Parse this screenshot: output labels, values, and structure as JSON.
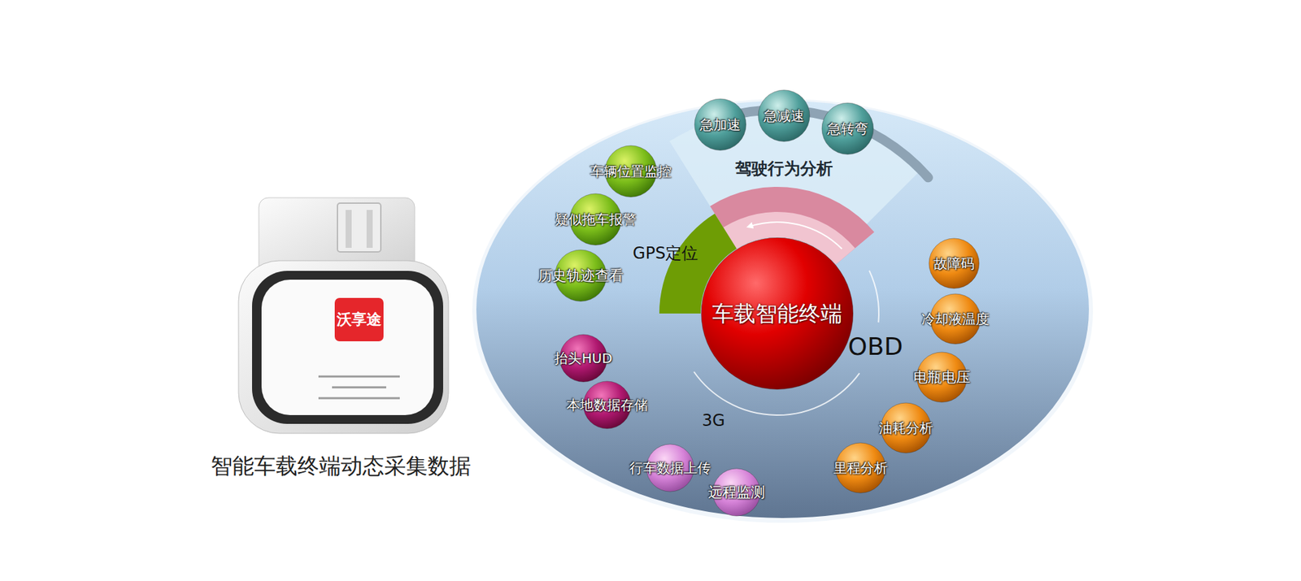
{
  "diagram": {
    "caption": "智能车载终端动态采集数据",
    "nodes": [
      {
        "text": [
          "急加速"
        ]
      },
      {
        "text": [
          "急减速"
        ]
      },
      {
        "text": [
          "急转弯"
        ]
      },
      {
        "text": [
          "车辆位置监控"
        ]
      },
      {
        "text": [
          "疑似拖车报警"
        ]
      },
      {
        "text": [
          "历史轨迹查看"
        ]
      },
      {
        "text": [
          "车载智能终端"
        ]
      },
      {
        "text": [
          "故障码"
        ]
      },
      {
        "text": [
          "冷却液温度"
        ]
      },
      {
        "text": [
          "电瓶电压"
        ]
      },
      {
        "text": [
          "油耗分析"
        ]
      },
      {
        "text": [
          "里程分析"
        ]
      },
      {
        "text": [
          "抬头HUD"
        ]
      },
      {
        "text": [
          "本地数据存储"
        ]
      },
      {
        "text": [
          "行车数据上传"
        ]
      },
      {
        "text": [
          "远程监测"
        ]
      }
    ],
    "labels": [
      "沃享途",
      "驾驶行为分析",
      "GPS定位",
      "OBD",
      "3G"
    ]
  }
}
